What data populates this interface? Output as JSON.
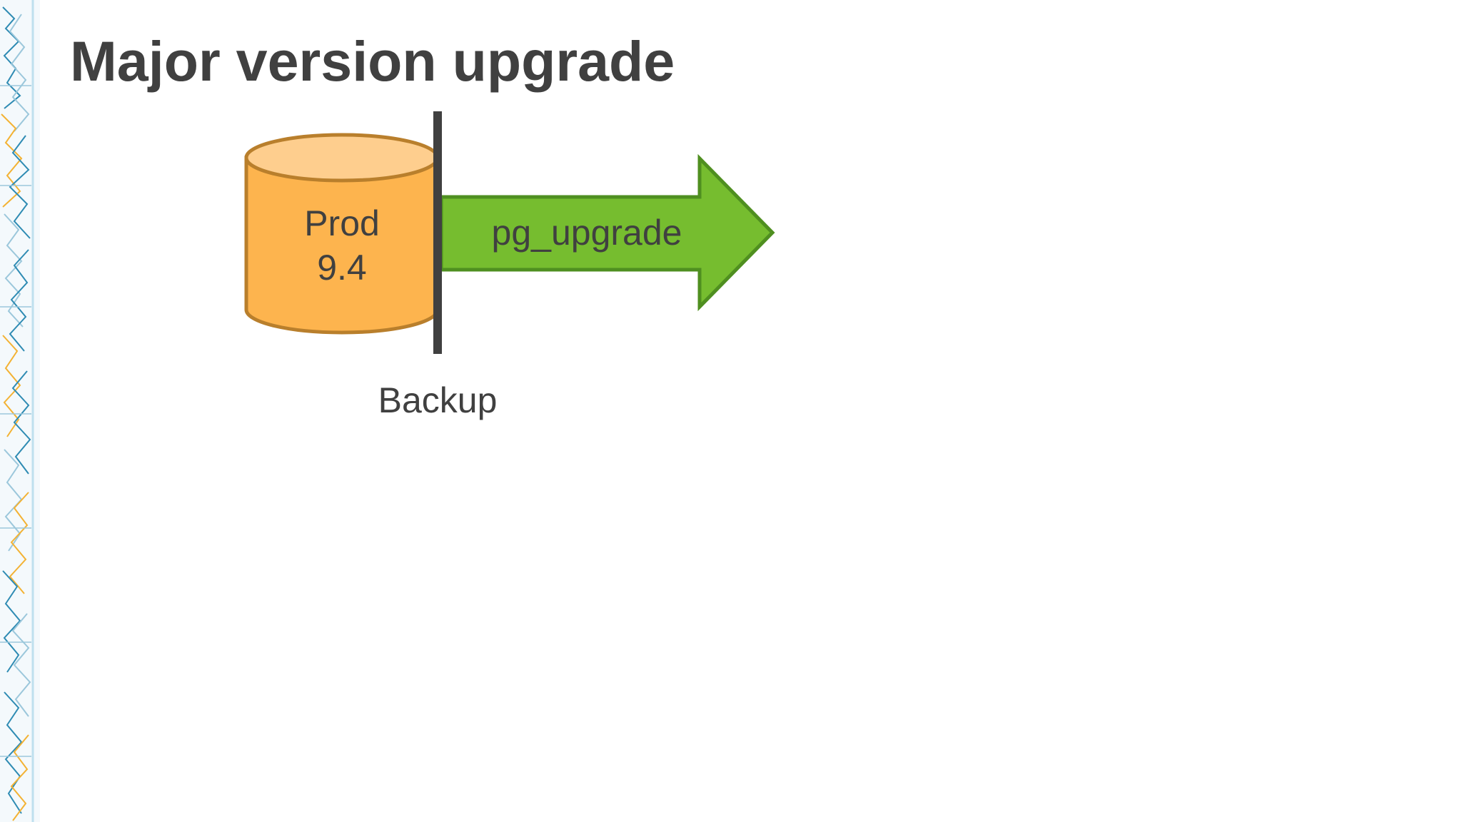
{
  "slide": {
    "title": "Major version upgrade"
  },
  "diagram": {
    "database": {
      "name": "Prod",
      "version": "9.4",
      "icon": "database-cylinder-icon",
      "color_body": "#FDB44E",
      "color_top": "#FECE8E",
      "color_stroke": "#B97F2C"
    },
    "divider": {
      "label": "Backup",
      "color": "#404040"
    },
    "arrow": {
      "label": "pg_upgrade",
      "icon": "right-arrow-icon",
      "color_fill": "#76BD2F",
      "color_stroke": "#4F8F20"
    }
  },
  "theme": {
    "title_color": "#404040",
    "text_color": "#404040",
    "decoration_colors": [
      "#2E8BB3",
      "#F3B233",
      "#9BC7DB"
    ]
  }
}
